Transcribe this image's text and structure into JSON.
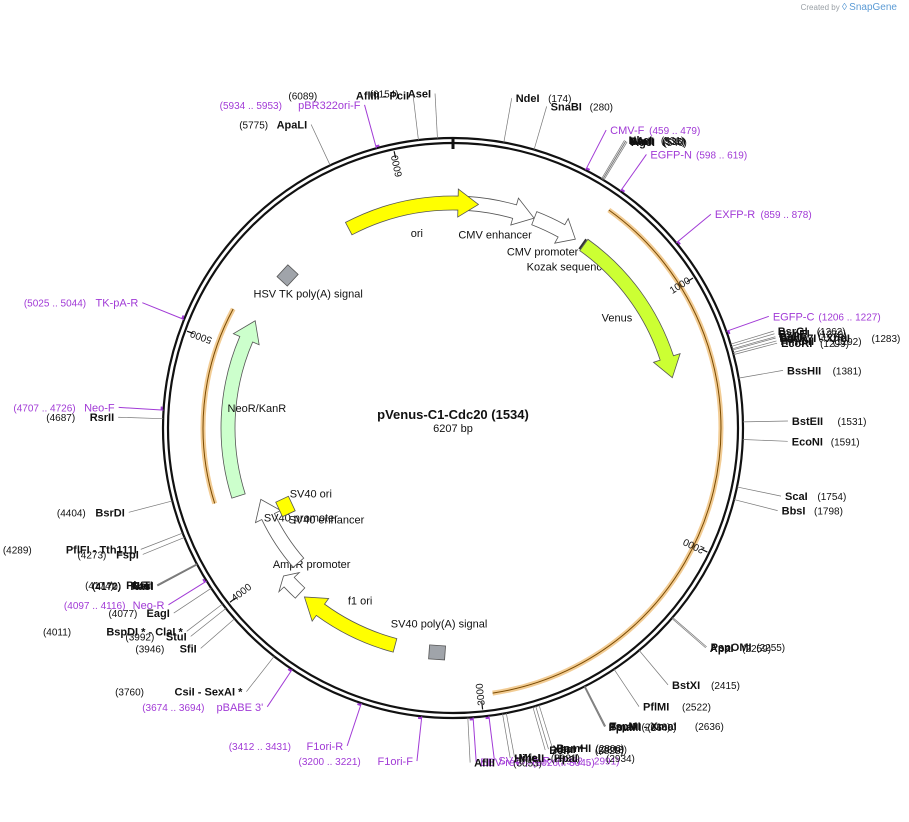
{
  "credit": {
    "prefix": "Created by",
    "brand": "SnapGene"
  },
  "plasmid": {
    "name": "pVenus-C1-Cdc20 (1534)",
    "length": "6207 bp",
    "length_bp": 6207
  },
  "ticks": [
    "1000",
    "2000",
    "3000",
    "4000",
    "5000",
    "6000"
  ],
  "colors": {
    "backbone": "#111111",
    "primer": "#a13ad6",
    "orf_outline": "#e8a33c",
    "ori": "#ffff00",
    "venus": "#ccff33",
    "neo": "#ccffcc"
  },
  "features": [
    {
      "name": "CMV enhancer",
      "start": 61,
      "end": 364,
      "type": "arrow",
      "color": "#ffffff"
    },
    {
      "name": "CMV promoter",
      "start": 365,
      "end": 568,
      "type": "arrow",
      "color": "#ffffff"
    },
    {
      "name": "Kozak sequence",
      "start": 607,
      "end": 616,
      "type": "mark",
      "color": "#ffffff"
    },
    {
      "name": "Venus",
      "start": 613,
      "end": 1329,
      "type": "arrow",
      "color": "#ccff33"
    },
    {
      "name": "SV40 poly(A) signal",
      "start": 3113,
      "end": 3234,
      "type": "box",
      "color": "#a0a4aa"
    },
    {
      "name": "f1 ori",
      "start": 3361,
      "end": 3816,
      "type": "arrow",
      "color": "#ffff00"
    },
    {
      "name": "AmpR promoter",
      "start": 3842,
      "end": 3946,
      "type": "arrow",
      "color": "#ffffff"
    },
    {
      "name": "SV40 promoter",
      "start": 3947,
      "end": 4304,
      "type": "arrow",
      "color": "#ffffff"
    },
    {
      "name": "SV40 enhancer",
      "start": 3995,
      "end": 4066,
      "type": "label",
      "color": "#ffffff"
    },
    {
      "name": "SV40 ori",
      "start": 4155,
      "end": 4290,
      "type": "box",
      "color": "#ffff00"
    },
    {
      "name": "NeoR/KanR",
      "start": 4352,
      "end": 5146,
      "type": "arrow",
      "color": "#ccffcc"
    },
    {
      "name": "HSV TK poly(A) signal",
      "start": 5382,
      "end": 5400,
      "type": "box",
      "color": "#a0a4aa"
    },
    {
      "name": "ori",
      "start": 5731,
      "end": 6319,
      "type": "arrow",
      "color": "#ffff00"
    }
  ],
  "inner_features": [
    {
      "name": "NeoR/KanR",
      "start": 4352,
      "end": 5146,
      "color": "#ccffcc"
    }
  ],
  "orf_arcs": [
    {
      "start": 613,
      "end": 2957
    },
    {
      "start": 4352,
      "end": 5146
    }
  ],
  "enzymes": [
    {
      "name": "AseI",
      "pos": "(6154)",
      "bp": 6154
    },
    {
      "name": "AflIII - PciI",
      "pos": "(6089)",
      "bp": 6089
    },
    {
      "name": "ApaLI",
      "pos": "(5775)",
      "bp": 5775
    },
    {
      "name": "NdeI",
      "pos": "(174)",
      "bp": 174
    },
    {
      "name": "SnaBI",
      "pos": "(280)",
      "bp": 280
    },
    {
      "name": "NheI",
      "pos": "(531)",
      "bp": 531
    },
    {
      "name": "BmtI",
      "pos": "(535)",
      "bp": 535
    },
    {
      "name": "AfeI",
      "pos": "(536)",
      "bp": 536
    },
    {
      "name": "AgeI",
      "pos": "(540)",
      "bp": 540
    },
    {
      "name": "BsrGI",
      "pos": "(1262)",
      "bp": 1262
    },
    {
      "name": "BspEI",
      "pos": "(1270)",
      "bp": 1270
    },
    {
      "name": "BglII",
      "pos": "(1279)",
      "bp": 1279
    },
    {
      "name": "PaeR7I - XhoI",
      "pos": "(1283)",
      "bp": 1283
    },
    {
      "name": "HindIII",
      "pos": "(1292)",
      "bp": 1292
    },
    {
      "name": "EcoRI",
      "pos": "(1299)",
      "bp": 1299
    },
    {
      "name": "BssHII",
      "pos": "(1381)",
      "bp": 1381
    },
    {
      "name": "BstEII",
      "pos": "(1531)",
      "bp": 1531
    },
    {
      "name": "EcoNI",
      "pos": "(1591)",
      "bp": 1591
    },
    {
      "name": "ScaI",
      "pos": "(1754)",
      "bp": 1754
    },
    {
      "name": "BbsI",
      "pos": "(1798)",
      "bp": 1798
    },
    {
      "name": "PspOMI",
      "pos": "(2255)",
      "bp": 2255
    },
    {
      "name": "ApaI",
      "pos": "(2259)",
      "bp": 2259
    },
    {
      "name": "BstXI",
      "pos": "(2415)",
      "bp": 2415
    },
    {
      "name": "PflMI",
      "pos": "(2522)",
      "bp": 2522
    },
    {
      "name": "TspMI - XmaI",
      "pos": "(2636)",
      "bp": 2636
    },
    {
      "name": "SmaI",
      "pos": "(2638)",
      "bp": 2638
    },
    {
      "name": "PpuMI",
      "pos": "(2640)",
      "bp": 2640
    },
    {
      "name": "BamHI",
      "pos": "(2806)",
      "bp": 2806
    },
    {
      "name": "XbaI *",
      "pos": "(2818)",
      "bp": 2818
    },
    {
      "name": "BclI *",
      "pos": "(2828)",
      "bp": 2828
    },
    {
      "name": "MfeI",
      "pos": "(2921)",
      "bp": 2921
    },
    {
      "name": "HincII - HpaI",
      "pos": "(2934)",
      "bp": 2934
    },
    {
      "name": "AflII",
      "pos": "(3053)",
      "bp": 3053
    },
    {
      "name": "CsiI - SexAI *",
      "pos": "(3760)",
      "bp": 3760
    },
    {
      "name": "SfiI",
      "pos": "(3946)",
      "bp": 3946
    },
    {
      "name": "StuI",
      "pos": "(3992)",
      "bp": 3992
    },
    {
      "name": "BspDI * - ClaI *",
      "pos": "(4011)",
      "bp": 4011
    },
    {
      "name": "EagI",
      "pos": "(4077)",
      "bp": 4077
    },
    {
      "name": "KasI",
      "pos": "(4170)",
      "bp": 4170
    },
    {
      "name": "NarI",
      "pos": "(4171)",
      "bp": 4171
    },
    {
      "name": "SfoI",
      "pos": "(4172)",
      "bp": 4172
    },
    {
      "name": "PluTI",
      "pos": "(4174)",
      "bp": 4174
    },
    {
      "name": "FspI",
      "pos": "(4273)",
      "bp": 4273
    },
    {
      "name": "PflFI - Tth111I",
      "pos": "(4289)",
      "bp": 4289
    },
    {
      "name": "BsrDI",
      "pos": "(4404)",
      "bp": 4404
    },
    {
      "name": "RsrII",
      "pos": "(4687)",
      "bp": 4687
    }
  ],
  "primers": [
    {
      "name": "pBR322ori-F",
      "pos": "(5934 .. 5953)",
      "bp": 5943
    },
    {
      "name": "CMV-F",
      "pos": "(459 .. 479)",
      "bp": 469
    },
    {
      "name": "EGFP-N",
      "pos": "(598 .. 619)",
      "bp": 608
    },
    {
      "name": "EXFP-R",
      "pos": "(859 .. 878)",
      "bp": 868
    },
    {
      "name": "EGFP-C",
      "pos": "(1206 .. 1227)",
      "bp": 1216
    },
    {
      "name": "TK-pA-R",
      "pos": "(5025 .. 5044)",
      "bp": 5034
    },
    {
      "name": "Neo-F",
      "pos": "(4707 .. 4726)",
      "bp": 4716
    },
    {
      "name": "Neo-R",
      "pos": "(4097 .. 4116)",
      "bp": 4106
    },
    {
      "name": "pBABE 3'",
      "pos": "(3674 .. 3694)",
      "bp": 3684
    },
    {
      "name": "F1ori-R",
      "pos": "(3412 .. 3431)",
      "bp": 3421
    },
    {
      "name": "F1ori-F",
      "pos": "(3200 .. 3221)",
      "bp": 3210
    },
    {
      "name": "SV40pA-R",
      "pos": "(2972 .. 2991)",
      "bp": 2981
    },
    {
      "name": "EBV-rev",
      "pos": "(3026 .. 3045)",
      "bp": 3035
    }
  ]
}
